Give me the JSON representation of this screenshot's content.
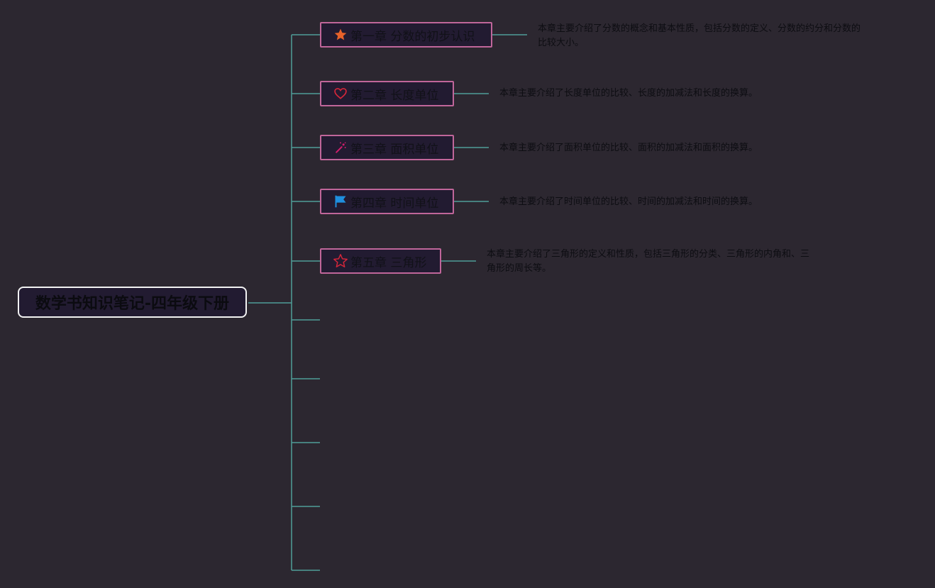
{
  "root": {
    "title": "数学书知识笔记-四年级下册"
  },
  "chapters": [
    {
      "title": "第一章 分数的初步认识",
      "icon": "star-filled-icon",
      "icon_color": "#e8622a",
      "desc_lines": [
        "本章主要介绍了分数的概念和基本性质，包括分数的定义、分数的约分和分数的",
        "比较大小。"
      ]
    },
    {
      "title": "第二章 长度单位",
      "icon": "heart-outline-icon",
      "icon_color": "#d6263a",
      "desc_lines": [
        "本章主要介绍了长度单位的比较、长度的加减法和长度的换算。"
      ]
    },
    {
      "title": "第三章 面积单位",
      "icon": "magic-wand-icon",
      "icon_color": "#d01e6c",
      "desc_lines": [
        "本章主要介绍了面积单位的比较、面积的加减法和面积的换算。"
      ]
    },
    {
      "title": "第四章 时间单位",
      "icon": "flag-icon",
      "icon_color": "#1f8fde",
      "desc_lines": [
        "本章主要介绍了时间单位的比较、时间的加减法和时间的换算。"
      ]
    },
    {
      "title": "第五章 三角形",
      "icon": "star-outline-icon",
      "icon_color": "#d6263a",
      "desc_lines": [
        "本章主要介绍了三角形的定义和性质，包括三角形的分类、三角形的内角和、三",
        "角形的周长等。"
      ]
    }
  ],
  "colors": {
    "background": "#2c2730",
    "connector": "#4f9e97",
    "chapter_border": "#c0669a",
    "root_border": "#f2f2f2"
  }
}
